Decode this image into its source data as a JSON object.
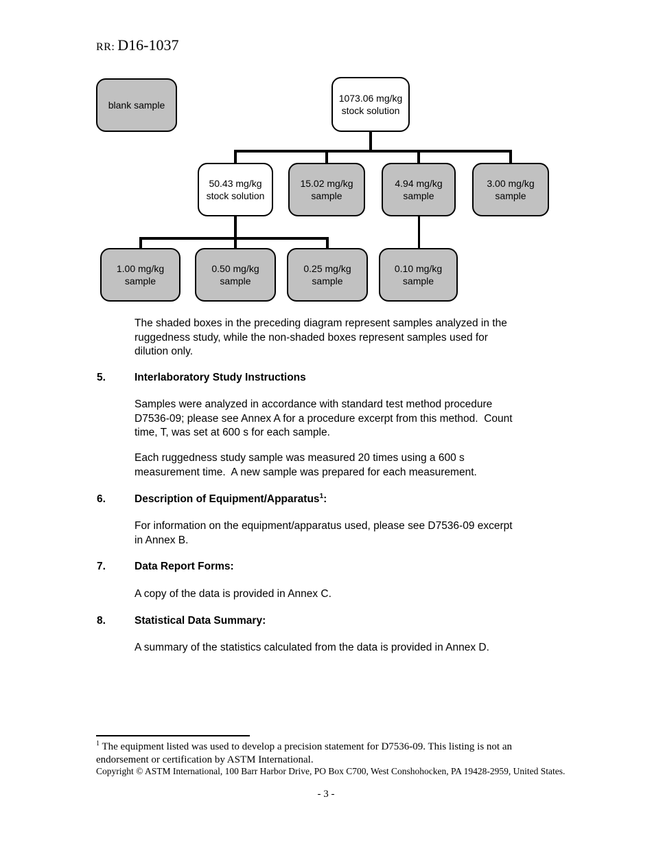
{
  "header": {
    "prefix": "RR:",
    "doc_number": "D16-1037"
  },
  "colors": {
    "shaded_box": "#c1c1c1",
    "unshaded_box": "#ffffff",
    "line": "#000000"
  },
  "diagram": {
    "nodes": [
      {
        "id": "blank-sample",
        "label": "blank sample",
        "shaded": true
      },
      {
        "id": "stock-1073",
        "label": "1073.06 mg/kg\nstock solution",
        "shaded": false
      },
      {
        "id": "stock-50",
        "label": "50.43 mg/kg\nstock solution",
        "shaded": false
      },
      {
        "id": "sample-15",
        "label": "15.02 mg/kg\nsample",
        "shaded": true
      },
      {
        "id": "sample-4-94",
        "label": "4.94 mg/kg\nsample",
        "shaded": true
      },
      {
        "id": "sample-3-00",
        "label": "3.00 mg/kg\nsample",
        "shaded": true
      },
      {
        "id": "sample-1-00",
        "label": "1.00 mg/kg\nsample",
        "shaded": true
      },
      {
        "id": "sample-0-50",
        "label": "0.50 mg/kg\nsample",
        "shaded": true
      },
      {
        "id": "sample-0-25",
        "label": "0.25 mg/kg\nsample",
        "shaded": true
      },
      {
        "id": "sample-0-10",
        "label": "0.10 mg/kg\nsample",
        "shaded": true
      }
    ],
    "caption": "The shaded boxes in the preceding diagram represent samples analyzed in the\nruggedness study, while the non-shaded boxes represent samples used for\ndilution only."
  },
  "sections": [
    {
      "number": "5.",
      "title": "Interlaboratory Study Instructions",
      "title_sup": "",
      "title_suffix": "",
      "paragraphs": [
        "Samples were analyzed in accordance with standard test method procedure\nD7536-09; please see Annex A for a procedure excerpt from this method.  Count\ntime, T, was set at 600 s for each sample.",
        "Each ruggedness study sample was measured 20 times using a 600 s\nmeasurement time.  A new sample was prepared for each measurement."
      ]
    },
    {
      "number": "6.",
      "title": "Description of Equipment/Apparatus",
      "title_sup": "1",
      "title_suffix": ":",
      "paragraphs": [
        "For information on the equipment/apparatus used, please see D7536-09 excerpt\nin Annex B."
      ]
    },
    {
      "number": "7.",
      "title": "Data Report Forms:",
      "title_sup": "",
      "title_suffix": "",
      "paragraphs": [
        "A copy of the data is provided in Annex C."
      ]
    },
    {
      "number": "8.",
      "title": "Statistical Data Summary:",
      "title_sup": "",
      "title_suffix": "",
      "paragraphs": [
        "A summary of the statistics calculated from the data is provided in Annex D."
      ]
    }
  ],
  "footnote": {
    "marker": "1",
    "text": " The equipment listed was used to develop a precision statement for D7536-09. This listing is not an\nendorsement or certification by ASTM International."
  },
  "copyright": "Copyright © ASTM International, 100 Barr Harbor Drive, PO Box C700, West Conshohocken, PA 19428-2959, United States.",
  "page_number": "- 3 -"
}
